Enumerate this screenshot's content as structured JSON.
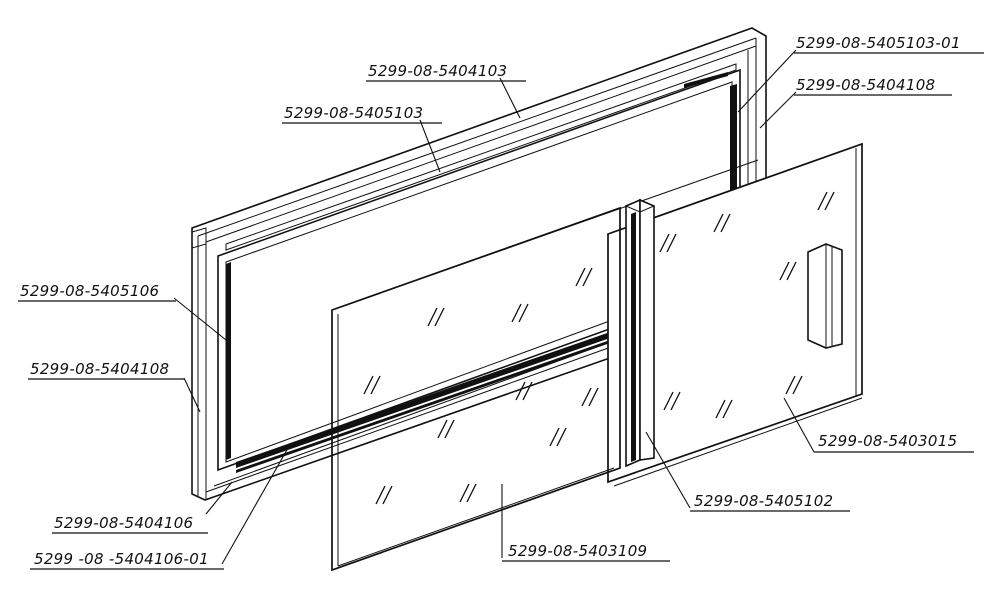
{
  "parts": [
    {
      "id": "p1",
      "code": "5299-08-5405103-01"
    },
    {
      "id": "p2",
      "code": "5299-08-5404103"
    },
    {
      "id": "p3",
      "code": "5299-08-5404108"
    },
    {
      "id": "p4",
      "code": "5299-08-5405103"
    },
    {
      "id": "p5",
      "code": "5299-08-5405106"
    },
    {
      "id": "p6",
      "code": "5299-08-5404108"
    },
    {
      "id": "p7",
      "code": "5299-08-5403015"
    },
    {
      "id": "p8",
      "code": "5299-08-5405102"
    },
    {
      "id": "p9",
      "code": "5299-08-5404106"
    },
    {
      "id": "p10",
      "code": "5299 -08 -5404106-01"
    },
    {
      "id": "p11",
      "code": "5299-08-5403109"
    }
  ]
}
